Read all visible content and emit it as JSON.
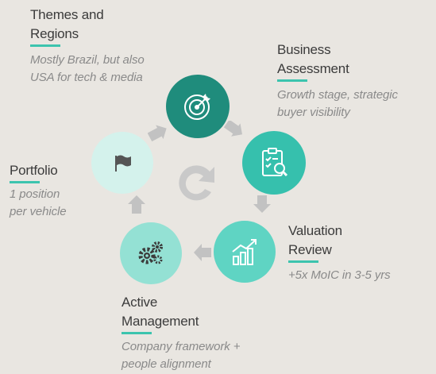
{
  "colors": {
    "background": "#e9e6e1",
    "teal_dark": "#1f8c7c",
    "teal_mid": "#36c0ad",
    "teal_light": "#5fd4c3",
    "teal_pale": "#d4f2ec",
    "arrow": "#c2c2c2",
    "underline": "#3cc4ae"
  },
  "center_icon": "refresh-icon",
  "stages": [
    {
      "id": "themes",
      "title_lines": [
        "Themes and",
        "Regions"
      ],
      "desc_lines": [
        "Mostly Brazil, but also",
        "USA for tech & media"
      ],
      "icon": "target-icon"
    },
    {
      "id": "business",
      "title_lines": [
        "Business",
        "Assessment"
      ],
      "desc_lines": [
        "Growth stage, strategic",
        "buyer visibility"
      ],
      "icon": "clipboard-check-icon"
    },
    {
      "id": "valuation",
      "title_lines": [
        "Valuation",
        "Review"
      ],
      "desc_lines": [
        "+5x MoIC in 3-5 yrs"
      ],
      "icon": "growth-chart-icon"
    },
    {
      "id": "active",
      "title_lines": [
        "Active",
        "Management"
      ],
      "desc_lines": [
        "Company framework +",
        "people alignment"
      ],
      "icon": "gears-icon"
    },
    {
      "id": "portfolio",
      "title_lines": [
        "Portfolio"
      ],
      "desc_lines": [
        "1 position",
        "per vehicle"
      ],
      "icon": "flag-icon"
    }
  ]
}
